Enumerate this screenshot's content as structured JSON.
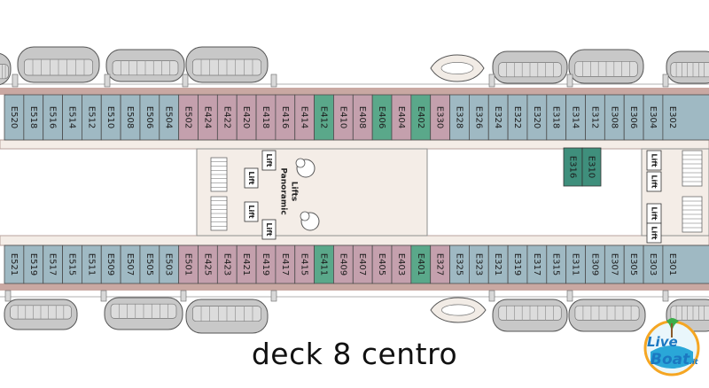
{
  "title": "deck 8 centro",
  "colors": {
    "standard": "#9fb9c3",
    "premium": "#c4a0ad",
    "suite": "#5aa88a",
    "accessible": "#3f8f7c",
    "corridor": "#f4ede7",
    "wall": "#c9a8a2",
    "lifeboat": "#c8c8c8",
    "tender": "#f2ece6"
  },
  "top_cabins": [
    {
      "id": "E520",
      "cat": "standard"
    },
    {
      "id": "E518",
      "cat": "standard"
    },
    {
      "id": "E516",
      "cat": "standard"
    },
    {
      "id": "E514",
      "cat": "standard"
    },
    {
      "id": "E512",
      "cat": "standard"
    },
    {
      "id": "E510",
      "cat": "standard"
    },
    {
      "id": "E508",
      "cat": "standard"
    },
    {
      "id": "E506",
      "cat": "standard"
    },
    {
      "id": "E504",
      "cat": "standard"
    },
    {
      "id": "E502",
      "cat": "premium"
    },
    {
      "id": "E424",
      "cat": "premium"
    },
    {
      "id": "E422",
      "cat": "premium"
    },
    {
      "id": "E420",
      "cat": "premium"
    },
    {
      "id": "E418",
      "cat": "premium"
    },
    {
      "id": "E416",
      "cat": "premium"
    },
    {
      "id": "E414",
      "cat": "premium"
    },
    {
      "id": "E412",
      "cat": "suite"
    },
    {
      "id": "E410",
      "cat": "premium"
    },
    {
      "id": "E408",
      "cat": "premium"
    },
    {
      "id": "E406",
      "cat": "suite"
    },
    {
      "id": "E404",
      "cat": "premium"
    },
    {
      "id": "E402",
      "cat": "suite"
    },
    {
      "id": "E330",
      "cat": "premium"
    },
    {
      "id": "E328",
      "cat": "standard"
    },
    {
      "id": "E326",
      "cat": "standard"
    },
    {
      "id": "E324",
      "cat": "standard"
    },
    {
      "id": "E322",
      "cat": "standard"
    },
    {
      "id": "E320",
      "cat": "standard"
    },
    {
      "id": "E318",
      "cat": "standard"
    },
    {
      "id": "E314",
      "cat": "standard"
    },
    {
      "id": "E312",
      "cat": "standard"
    },
    {
      "id": "E308",
      "cat": "standard"
    },
    {
      "id": "E306",
      "cat": "standard"
    },
    {
      "id": "E304",
      "cat": "standard"
    },
    {
      "id": "E302",
      "cat": "standard"
    }
  ],
  "bottom_cabins": [
    {
      "id": "E521",
      "cat": "standard"
    },
    {
      "id": "E519",
      "cat": "standard"
    },
    {
      "id": "E517",
      "cat": "standard"
    },
    {
      "id": "E515",
      "cat": "standard"
    },
    {
      "id": "E511",
      "cat": "standard"
    },
    {
      "id": "E509",
      "cat": "standard"
    },
    {
      "id": "E507",
      "cat": "standard"
    },
    {
      "id": "E505",
      "cat": "standard"
    },
    {
      "id": "E503",
      "cat": "standard"
    },
    {
      "id": "E501",
      "cat": "premium"
    },
    {
      "id": "E425",
      "cat": "premium"
    },
    {
      "id": "E423",
      "cat": "premium"
    },
    {
      "id": "E421",
      "cat": "premium"
    },
    {
      "id": "E419",
      "cat": "premium"
    },
    {
      "id": "E417",
      "cat": "premium"
    },
    {
      "id": "E415",
      "cat": "premium"
    },
    {
      "id": "E411",
      "cat": "suite"
    },
    {
      "id": "E409",
      "cat": "premium"
    },
    {
      "id": "E407",
      "cat": "premium"
    },
    {
      "id": "E405",
      "cat": "premium"
    },
    {
      "id": "E403",
      "cat": "premium"
    },
    {
      "id": "E401",
      "cat": "suite"
    },
    {
      "id": "E327",
      "cat": "premium"
    },
    {
      "id": "E325",
      "cat": "standard"
    },
    {
      "id": "E323",
      "cat": "standard"
    },
    {
      "id": "E321",
      "cat": "standard"
    },
    {
      "id": "E319",
      "cat": "standard"
    },
    {
      "id": "E317",
      "cat": "standard"
    },
    {
      "id": "E315",
      "cat": "standard"
    },
    {
      "id": "E311",
      "cat": "standard"
    },
    {
      "id": "E309",
      "cat": "standard"
    },
    {
      "id": "E307",
      "cat": "standard"
    },
    {
      "id": "E305",
      "cat": "standard"
    },
    {
      "id": "E303",
      "cat": "standard"
    },
    {
      "id": "E301",
      "cat": "standard"
    }
  ],
  "inner_cabins": [
    {
      "id": "E316",
      "cat": "accessible"
    },
    {
      "id": "E310",
      "cat": "accessible"
    }
  ],
  "lift_label": "Lift",
  "panoramic_lifts_label": [
    "Panoramic",
    "Lifts"
  ],
  "logo": {
    "line1": "Live",
    "line2": "Boat",
    "suffix": ".it"
  },
  "icons": [
    "lifeboat-icon",
    "tender-boat-icon",
    "staircase-icon",
    "lift-icon",
    "logo-icon"
  ]
}
